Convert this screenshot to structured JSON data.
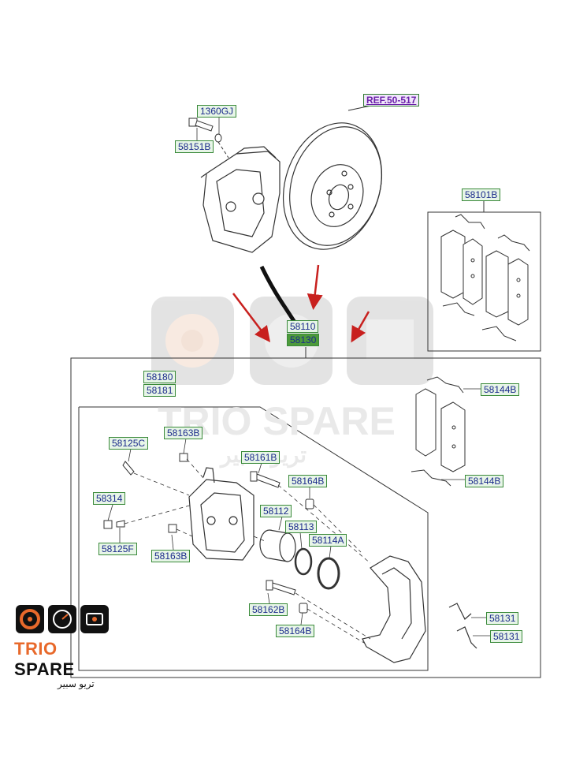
{
  "labels": {
    "ref_50_517": "REF.50-517",
    "p1360gj": "1360GJ",
    "p58151b": "58151B",
    "p58101b": "58101B",
    "p58110": "58110",
    "p58130": "58130",
    "p58180": "58180",
    "p58181": "58181",
    "p58144b_top": "58144B",
    "p58144b_bottom": "58144B",
    "p58163b_top": "58163B",
    "p58125c": "58125C",
    "p58161b": "58161B",
    "p58164b_top": "58164B",
    "p58314": "58314",
    "p58112": "58112",
    "p58113": "58113",
    "p58114a": "58114A",
    "p58125f": "58125F",
    "p58163b_bottom": "58163B",
    "p58162b": "58162B",
    "p58164b_bottom": "58164B",
    "p58131_top": "58131",
    "p58131_bottom": "58131"
  },
  "watermark": {
    "text_en": "TRIO SPARE",
    "text_ar": "تريو سبير"
  },
  "logo": {
    "brand_first": "TRIO",
    "brand_second": "SPARE",
    "brand_ar": "تريو سبير"
  },
  "colors": {
    "label_border": "#3a8a3a",
    "label_fill": "#e7f5e7",
    "label_text": "#1b2a8c",
    "ref_text": "#6a1fa8",
    "highlight_fill": "#4d9a3a",
    "arrow_red": "#c8201e",
    "logo_orange": "#e8692b"
  }
}
